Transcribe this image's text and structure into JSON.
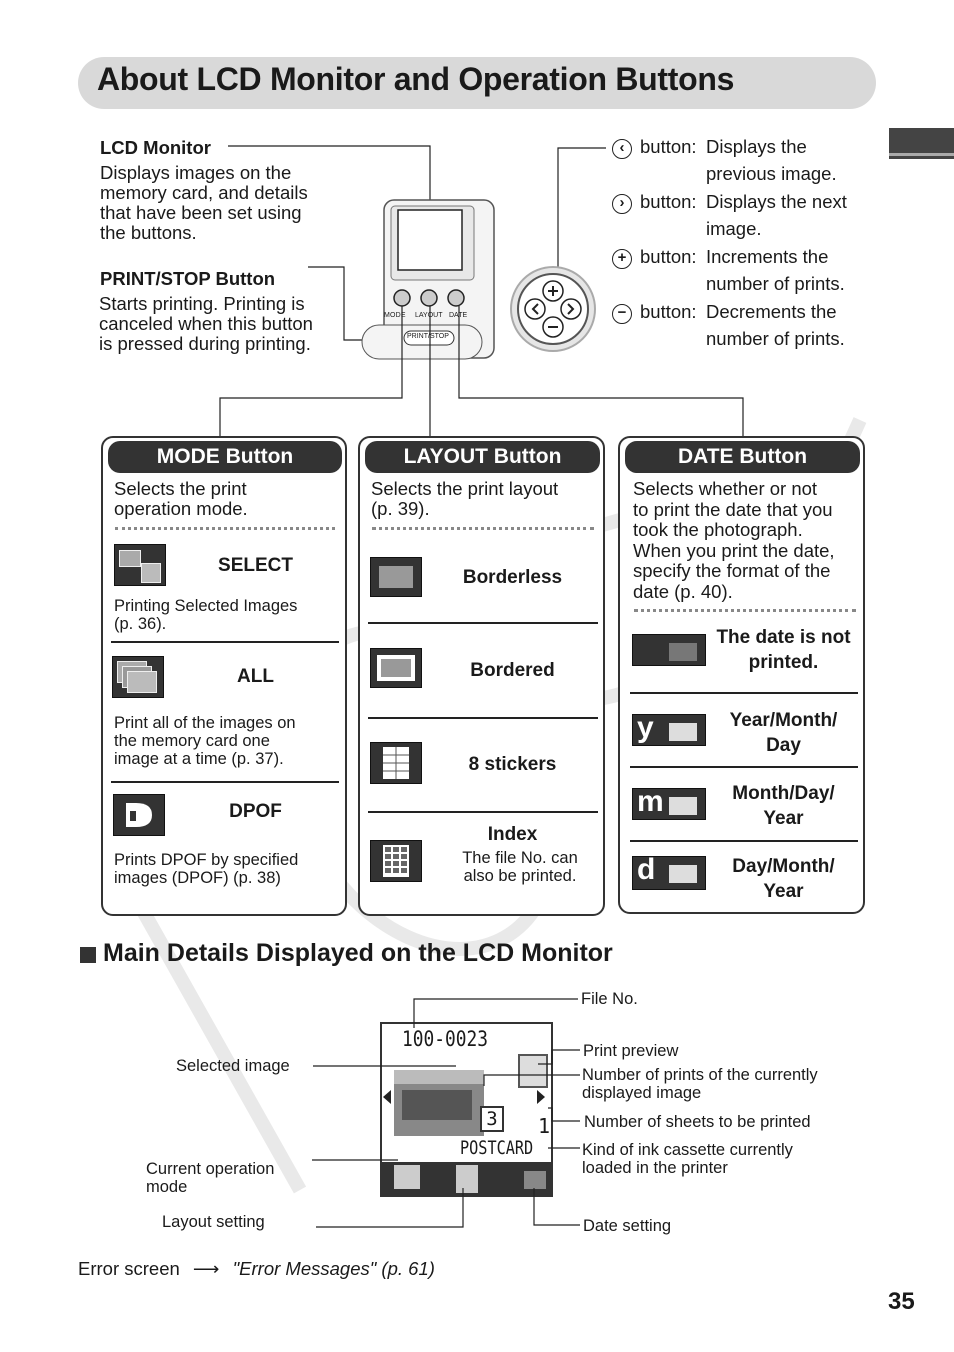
{
  "page": {
    "title": "About LCD Monitor and Operation Buttons",
    "page_number": "35"
  },
  "lcd_monitor": {
    "heading": "LCD Monitor",
    "desc_lines": [
      "Displays images on the",
      "memory card, and details",
      "that have been set using",
      "the buttons."
    ]
  },
  "print_stop": {
    "heading": "PRINT/STOP Button",
    "desc_lines": [
      "Starts printing. Printing is",
      "canceled when this button",
      "is pressed during printing."
    ]
  },
  "device": {
    "mode_label": "MODE",
    "layout_label": "LAYOUT",
    "date_label": "DATE",
    "print_stop_label": "PRINT/STOP"
  },
  "nav_buttons": [
    {
      "icon": "chevron-left-icon",
      "glyph": "‹",
      "label": "button:",
      "desc1": "Displays the",
      "desc2": "previous image."
    },
    {
      "icon": "chevron-right-icon",
      "glyph": "›",
      "label": "button:",
      "desc1": "Displays the next",
      "desc2": "image."
    },
    {
      "icon": "plus-icon",
      "glyph": "+",
      "label": "button:",
      "desc1": "Increments the",
      "desc2": "number of prints."
    },
    {
      "icon": "minus-icon",
      "glyph": "−",
      "label": "button:",
      "desc1": "Decrements the",
      "desc2": "number of prints."
    }
  ],
  "mode_panel": {
    "title": "MODE Button",
    "intro_lines": [
      "Selects the print",
      "operation mode."
    ],
    "options": [
      {
        "label": "SELECT",
        "desc_lines": [
          "Printing Selected Images",
          "(p. 36)."
        ]
      },
      {
        "label": "ALL",
        "desc_lines": [
          "Print all of the images on",
          "the memory card one",
          "image at a time (p. 37)."
        ]
      },
      {
        "label": "DPOF",
        "desc_lines": [
          "Prints DPOF by specified",
          "images (DPOF) (p. 38)"
        ]
      }
    ]
  },
  "layout_panel": {
    "title": "LAYOUT Button",
    "intro_lines": [
      "Selects the print layout",
      "(p. 39)."
    ],
    "options": [
      {
        "label": "Borderless"
      },
      {
        "label": "Bordered"
      },
      {
        "label": "8 stickers"
      },
      {
        "label": "Index",
        "desc_lines": [
          "The file No. can",
          "also be printed."
        ]
      }
    ]
  },
  "date_panel": {
    "title": "DATE Button",
    "intro_lines": [
      "Selects whether or not",
      "to print the date that you",
      "took the photograph.",
      "When you print the date,",
      "specify the format of the",
      "date (p. 40)."
    ],
    "options": [
      {
        "label_lines": [
          "The date is not",
          "printed."
        ],
        "icon_letter": ""
      },
      {
        "label_lines": [
          "Year/Month/",
          "Day"
        ],
        "icon_letter": "y"
      },
      {
        "label_lines": [
          "Month/Day/",
          "Year"
        ],
        "icon_letter": "m"
      },
      {
        "label_lines": [
          "Day/Month/",
          "Year"
        ],
        "icon_letter": "d"
      }
    ]
  },
  "main_details": {
    "heading": "Main Details Displayed on the LCD Monitor",
    "screen": {
      "file_no": "100-0023",
      "copies": "3",
      "sheets": "1",
      "paper": "POSTCARD"
    },
    "callouts": {
      "file_no": "File No.",
      "print_preview": "Print preview",
      "num_prints_lines": [
        "Number of prints of the currently",
        "displayed image"
      ],
      "num_sheets": "Number of sheets to be printed",
      "ink_lines": [
        "Kind of ink cassette currently",
        "loaded in the printer"
      ],
      "date_setting": "Date setting",
      "selected_image": "Selected image",
      "current_mode_lines": [
        "Current operation",
        "mode"
      ],
      "layout_setting": "Layout setting"
    }
  },
  "error_line": {
    "prefix": "Error screen",
    "arrow": "⟶",
    "ref": "\"Error Messages\" (p. 61)"
  },
  "watermark": {
    "text": "COPY"
  }
}
